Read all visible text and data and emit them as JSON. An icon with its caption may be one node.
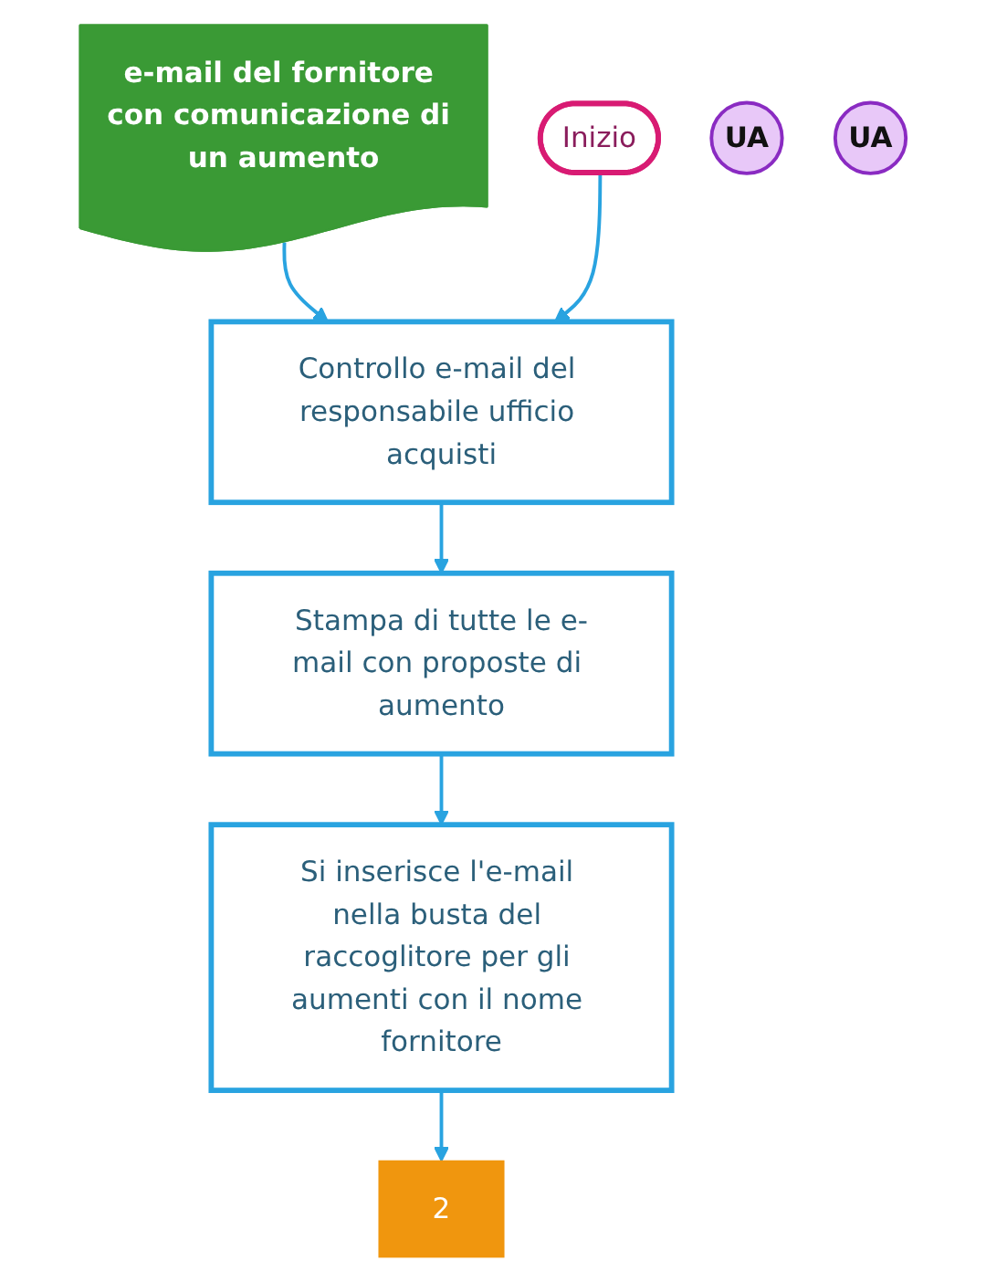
{
  "diagram": {
    "nodes": [
      {
        "text": [
          "e-mail del fornitore con comunicazione di un aumento"
        ]
      },
      {
        "text": [
          "Inizio"
        ]
      },
      {
        "text": [
          "UA"
        ]
      },
      {
        "text": [
          "Controllo e-mail del responsabile ufficio acquisti"
        ]
      },
      {
        "text": [
          "UA"
        ]
      },
      {
        "text": [
          "Stampa di tutte le e-mail con proposte di aumento"
        ]
      },
      {
        "text": [
          "Si inserisce l'e-mail nella busta del raccoglitore per gli aumenti con il nome fornitore"
        ]
      },
      {
        "text": [
          "2"
        ]
      }
    ],
    "edges": [
      {
        "from": 0,
        "to": 3,
        "arrow": "to"
      },
      {
        "from": 1,
        "to": 3,
        "arrow": "to"
      },
      {
        "from": 3,
        "to": 5,
        "arrow": "to"
      },
      {
        "from": 5,
        "to": 6,
        "arrow": "to"
      },
      {
        "from": 6,
        "to": 7,
        "arrow": "to"
      }
    ]
  }
}
